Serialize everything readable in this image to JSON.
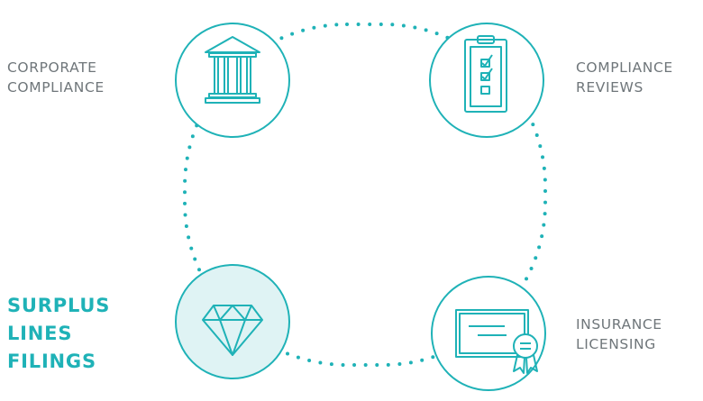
{
  "colors": {
    "accent": "#1fb2b7",
    "active_fill": "#dff3f4",
    "label": "#6f767a",
    "background": "#ffffff"
  },
  "nodes": [
    {
      "id": "corporate",
      "icon": "bank-building-icon",
      "lines": [
        "CORPORATE",
        "COMPLIANCE"
      ],
      "active": false
    },
    {
      "id": "reviews",
      "icon": "clipboard-checklist-icon",
      "lines": [
        "COMPLIANCE",
        "REVIEWS"
      ],
      "active": false
    },
    {
      "id": "licensing",
      "icon": "certificate-icon",
      "lines": [
        "INSURANCE",
        "LICENSING"
      ],
      "active": false
    },
    {
      "id": "surplus",
      "icon": "diamond-icon",
      "lines": [
        "SURPLUS",
        "LINES",
        "FILINGS"
      ],
      "active": true
    }
  ]
}
